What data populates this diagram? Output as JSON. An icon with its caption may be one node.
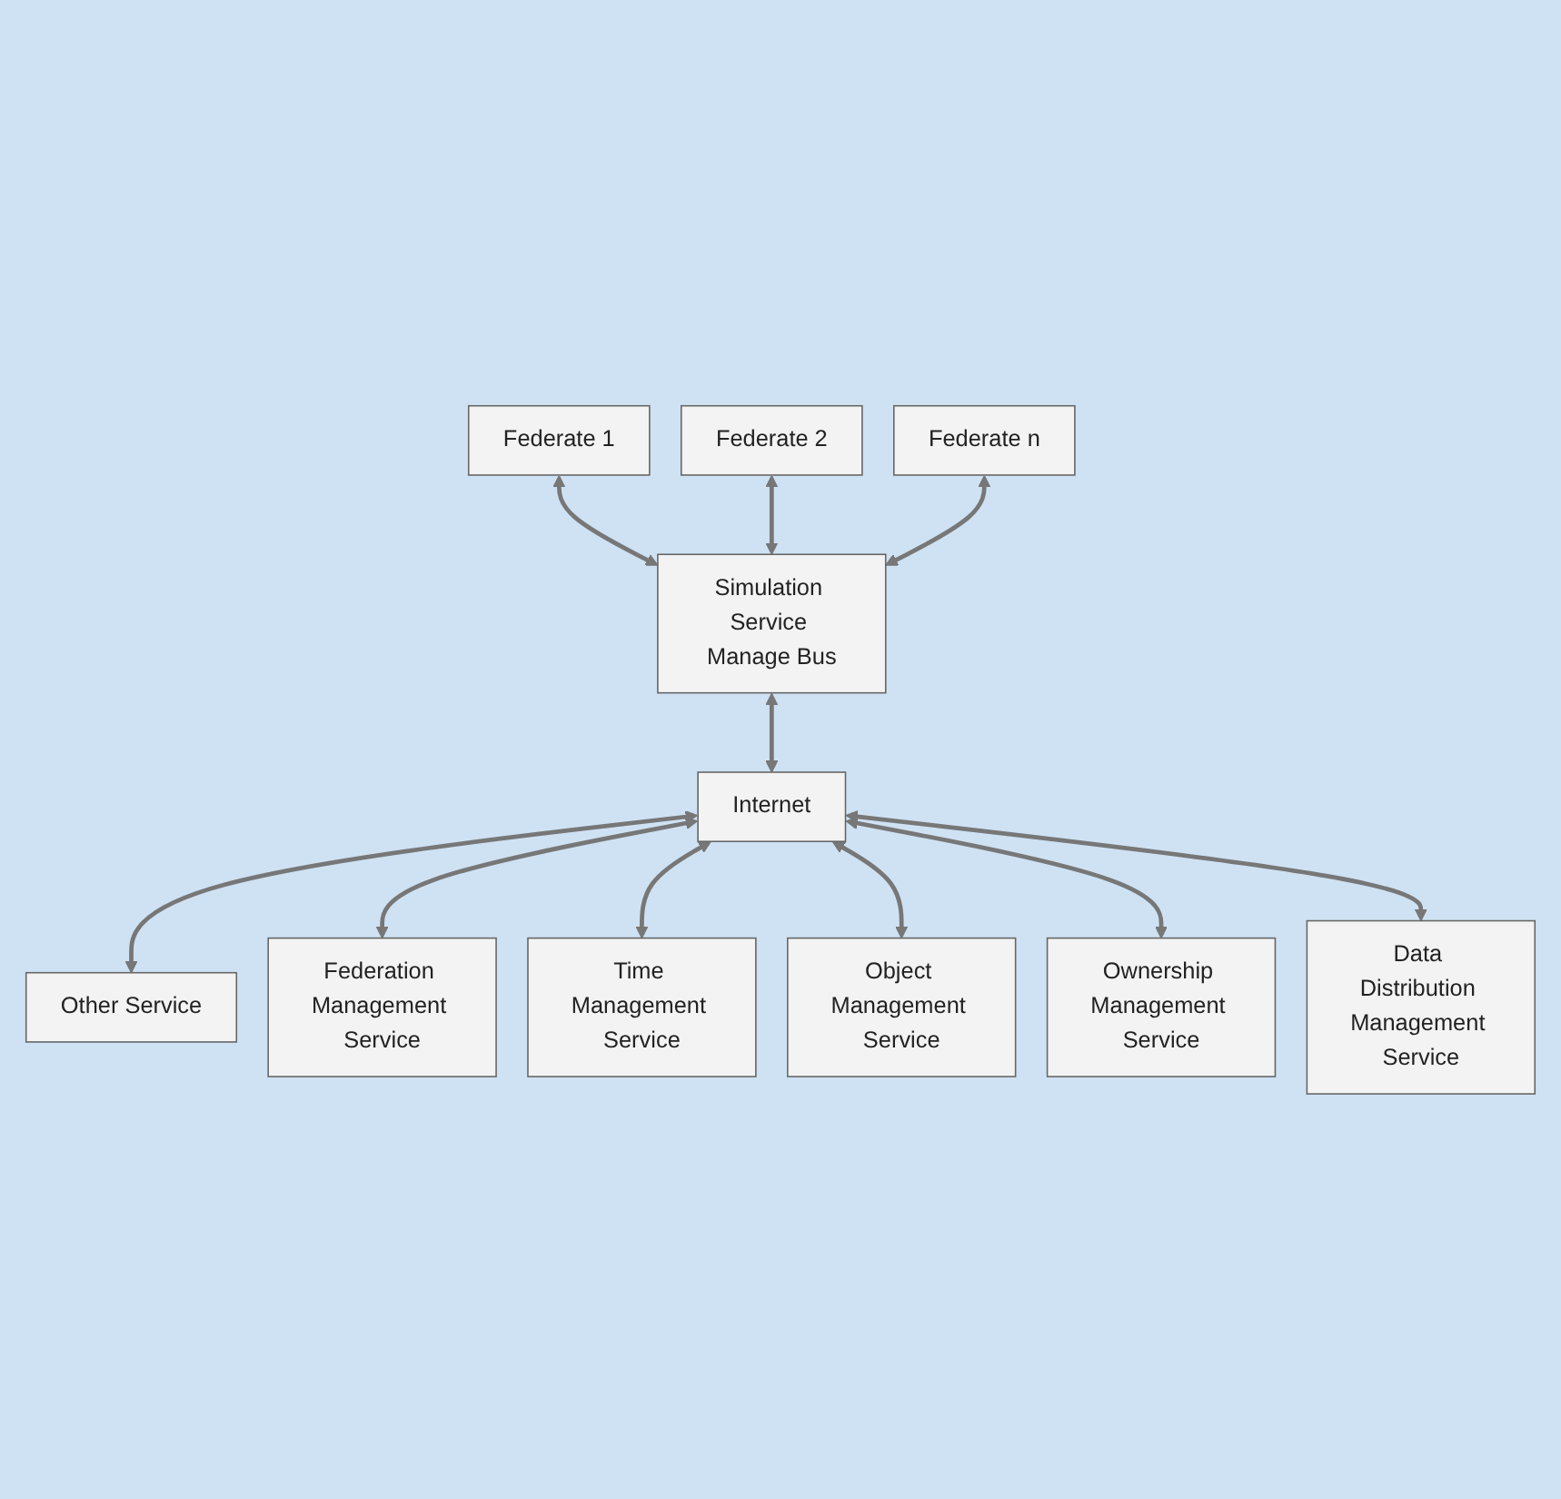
{
  "diagram": {
    "nodes": [
      {
        "text": [
          "Federate 1"
        ]
      },
      {
        "text": [
          "Federate 2"
        ]
      },
      {
        "text": [
          "Federate n"
        ]
      },
      {
        "text": [
          "Simulation Service Manage Bus"
        ]
      },
      {
        "text": [
          "Internet"
        ]
      },
      {
        "text": [
          "Other Service"
        ]
      },
      {
        "text": [
          "Federation Management Service"
        ]
      },
      {
        "text": [
          "Time Management Service"
        ]
      },
      {
        "text": [
          "Object Management Service"
        ]
      },
      {
        "text": [
          "Ownership Management Service"
        ]
      },
      {
        "text": [
          "Data Distribution Management Service"
        ]
      }
    ],
    "edges": [
      {
        "from": 0,
        "to": 3,
        "arrow": "both"
      },
      {
        "from": 1,
        "to": 3,
        "arrow": "both"
      },
      {
        "from": 2,
        "to": 3,
        "arrow": "both"
      },
      {
        "from": 3,
        "to": 4,
        "arrow": "both"
      },
      {
        "from": 4,
        "to": 5,
        "arrow": "both"
      },
      {
        "from": 4,
        "to": 6,
        "arrow": "both"
      },
      {
        "from": 4,
        "to": 7,
        "arrow": "both"
      },
      {
        "from": 4,
        "to": 8,
        "arrow": "both"
      },
      {
        "from": 4,
        "to": 9,
        "arrow": "both"
      },
      {
        "from": 4,
        "to": 10,
        "arrow": "both"
      }
    ]
  }
}
